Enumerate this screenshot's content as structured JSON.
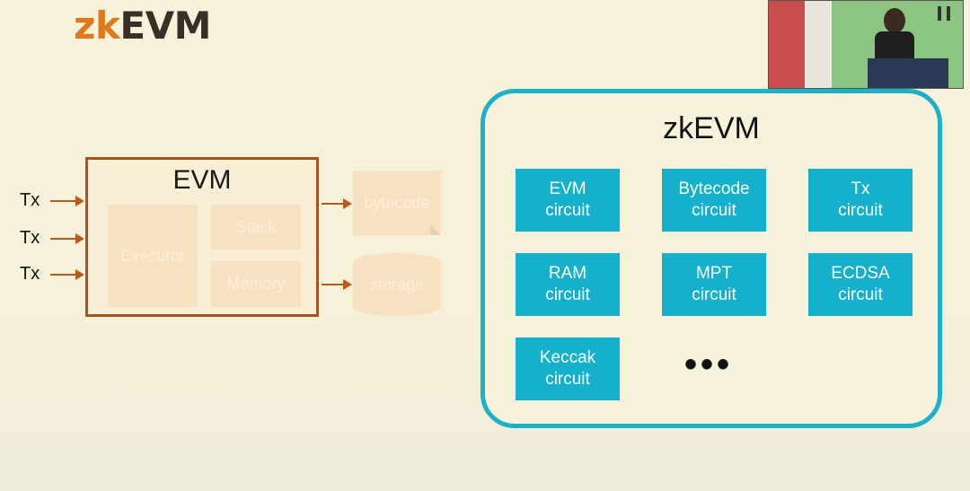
{
  "slide": {
    "title_zk": "zk",
    "title_evm": "EVM"
  },
  "evm_diagram": {
    "inputs": [
      "Tx",
      "Tx",
      "Tx"
    ],
    "box_title": "EVM",
    "components": [
      "Executor",
      "Stack",
      "Memory"
    ],
    "outputs": [
      "bytecode",
      "storage"
    ]
  },
  "zkevm_panel": {
    "title": "zkEVM",
    "circuits": [
      "EVM\ncircuit",
      "Bytecode\ncircuit",
      "Tx\ncircuit",
      "RAM\ncircuit",
      "MPT\ncircuit",
      "ECDSA\ncircuit",
      "Keccak\ncircuit"
    ],
    "more": "•••"
  },
  "colors": {
    "zk_orange": "#e0781e",
    "evm_brown": "#a4561f",
    "circuit_cyan": "#15b0cc",
    "panel_border": "#1bb2c9"
  }
}
